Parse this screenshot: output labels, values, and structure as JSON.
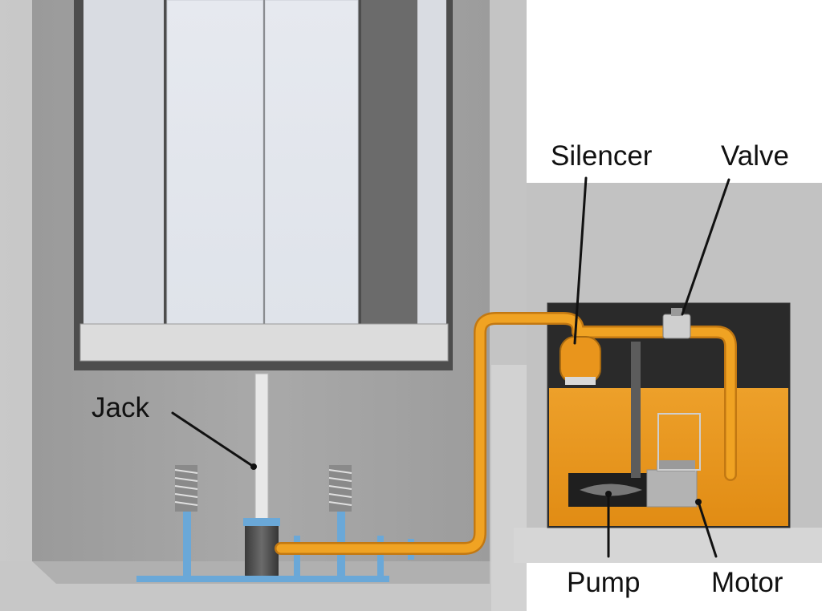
{
  "labels": {
    "silencer": "Silencer",
    "valve": "Valve",
    "jack": "Jack",
    "pump": "Pump",
    "motor": "Motor"
  },
  "colors": {
    "hydraulic_oil": "#e8961e",
    "oil_pipe": "#f0a323",
    "buffer_support": "#6aa8d8",
    "car_frame": "#4d4d4d",
    "door_panel": "#e8ebf0",
    "concrete": "#bdbdbd",
    "pointer_line": "#111111"
  },
  "icons": {
    "left_buffer": "spring-buffer-icon",
    "right_buffer": "spring-buffer-icon"
  }
}
